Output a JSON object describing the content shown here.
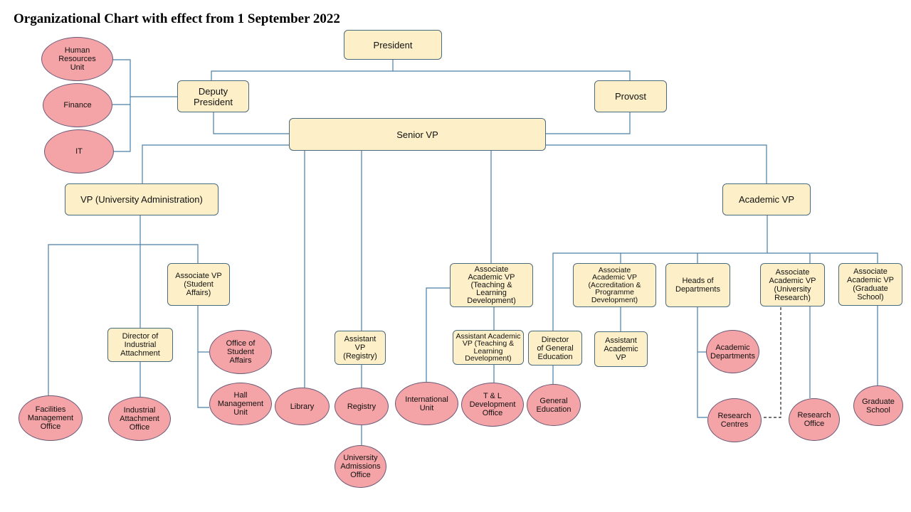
{
  "title": "Organizational Chart with effect from 1 September 2022",
  "colors": {
    "box_fill": "#fdf0c8",
    "oval_fill": "#f4a3a6",
    "line": "#4a7fa8"
  },
  "nodes": {
    "president": "President",
    "deputy_president": "Deputy\nPresident",
    "provost": "Provost",
    "senior_vp": "Senior VP",
    "vp_admin": "VP (University Administration)",
    "academic_vp": "Academic VP",
    "hr_unit": "Human\nResources\nUnit",
    "finance": "Finance",
    "it": "IT",
    "avp_student_affairs": "Associate VP\n(Student\nAffairs)",
    "director_industrial": "Director of\nIndustrial\nAttachment",
    "assistant_vp_registry": "Assistant\nVP\n(Registry)",
    "avp_teaching": "Associate\nAcademic VP\n(Teaching &\nLearning\nDevelopment)",
    "asst_avp_teaching": "Assistant Academic\nVP (Teaching &\nLearning\nDevelopment)",
    "director_ge": "Director\nof General\nEducation",
    "avp_accreditation": "Associate\nAcademic VP\n(Accreditation &\nProgramme\nDevelopment)",
    "assistant_avp": "Assistant\nAcademic\nVP",
    "heads_departments": "Heads of\nDepartments",
    "avp_research": "Associate\nAcademic VP\n(University\nResearch)",
    "avp_graduate": "Associate\nAcademic VP\n(Graduate\nSchool)",
    "facilities_office": "Facilities\nManagement\nOffice",
    "industrial_office": "Industrial\nAttachment\nOffice",
    "office_student_affairs": "Office of\nStudent\nAffairs",
    "hall_management": "Hall\nManagement\nUnit",
    "library": "Library",
    "registry": "Registry",
    "admissions_office": "University\nAdmissions\nOffice",
    "international_unit": "International\nUnit",
    "tl_office": "T & L\nDevelopment\nOffice",
    "general_education": "General\nEducation",
    "academic_departments": "Academic\nDepartments",
    "research_centres": "Research\nCentres",
    "research_office": "Research\nOffice",
    "graduate_school": "Graduate\nSchool"
  }
}
